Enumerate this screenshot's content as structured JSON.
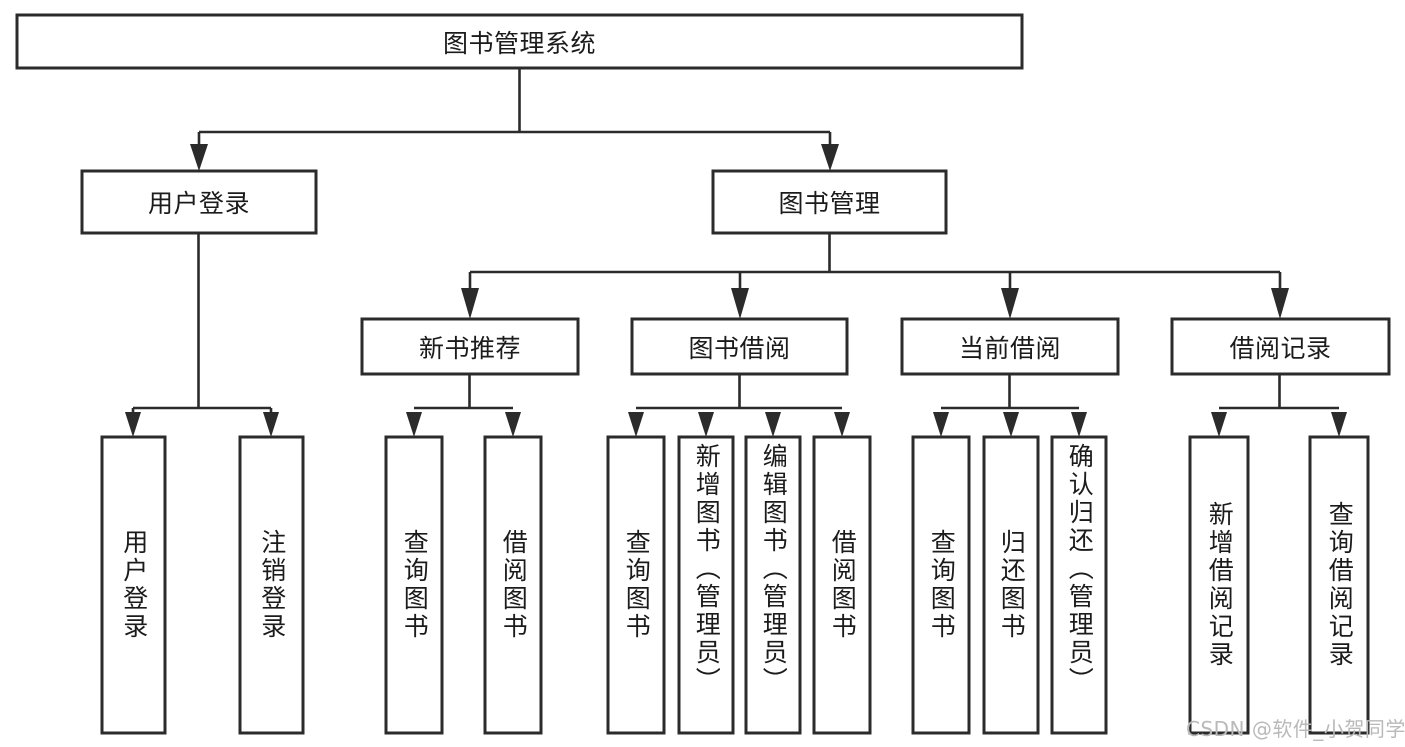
{
  "diagram": {
    "type": "tree",
    "title": "图书管理系统",
    "root": {
      "id": "root",
      "label": "图书管理系统",
      "orientation": "horizontal"
    },
    "level2": [
      {
        "id": "user-login",
        "label": "用户登录",
        "orientation": "horizontal"
      },
      {
        "id": "book-management",
        "label": "图书管理",
        "orientation": "horizontal"
      }
    ],
    "level3": [
      {
        "id": "new-book-recommend",
        "label": "新书推荐",
        "orientation": "horizontal",
        "parent": "book-management"
      },
      {
        "id": "book-borrow",
        "label": "图书借阅",
        "orientation": "horizontal",
        "parent": "book-management"
      },
      {
        "id": "current-borrow",
        "label": "当前借阅",
        "orientation": "horizontal",
        "parent": "book-management"
      },
      {
        "id": "borrow-record",
        "label": "借阅记录",
        "orientation": "horizontal",
        "parent": "book-management"
      }
    ],
    "leaves": [
      {
        "id": "leaf-user-login",
        "label": "用户登录",
        "orientation": "vertical",
        "parent": "user-login"
      },
      {
        "id": "leaf-logout",
        "label": "注销登录",
        "orientation": "vertical",
        "parent": "user-login"
      },
      {
        "id": "leaf-query-book-1",
        "label": "查询图书",
        "orientation": "vertical",
        "parent": "new-book-recommend"
      },
      {
        "id": "leaf-borrow-book-1",
        "label": "借阅图书",
        "orientation": "vertical",
        "parent": "new-book-recommend"
      },
      {
        "id": "leaf-query-book-2",
        "label": "查询图书",
        "orientation": "vertical",
        "parent": "book-borrow"
      },
      {
        "id": "leaf-add-book",
        "label": "新增图书（管理员）",
        "orientation": "vertical",
        "parent": "book-borrow"
      },
      {
        "id": "leaf-edit-book",
        "label": "编辑图书（管理员）",
        "orientation": "vertical",
        "parent": "book-borrow"
      },
      {
        "id": "leaf-borrow-book-2",
        "label": "借阅图书",
        "orientation": "vertical",
        "parent": "book-borrow"
      },
      {
        "id": "leaf-query-book-3",
        "label": "查询图书",
        "orientation": "vertical",
        "parent": "current-borrow"
      },
      {
        "id": "leaf-return-book",
        "label": "归还图书",
        "orientation": "vertical",
        "parent": "current-borrow"
      },
      {
        "id": "leaf-confirm-return",
        "label": "确认归还（管理员）",
        "orientation": "vertical",
        "parent": "current-borrow"
      },
      {
        "id": "leaf-add-record",
        "label": "新增借阅记录",
        "orientation": "vertical",
        "parent": "borrow-record"
      },
      {
        "id": "leaf-query-record",
        "label": "查询借阅记录",
        "orientation": "vertical",
        "parent": "borrow-record"
      }
    ],
    "colors": {
      "box_stroke": "#2b2b2b",
      "box_fill": "#ffffff",
      "text": "#1b1b1b",
      "connector": "#2b2b2b",
      "background": "#ffffff",
      "watermark": "#b9b9b9"
    }
  },
  "watermark": {
    "text": "CSDN @软件_小贺同学"
  }
}
